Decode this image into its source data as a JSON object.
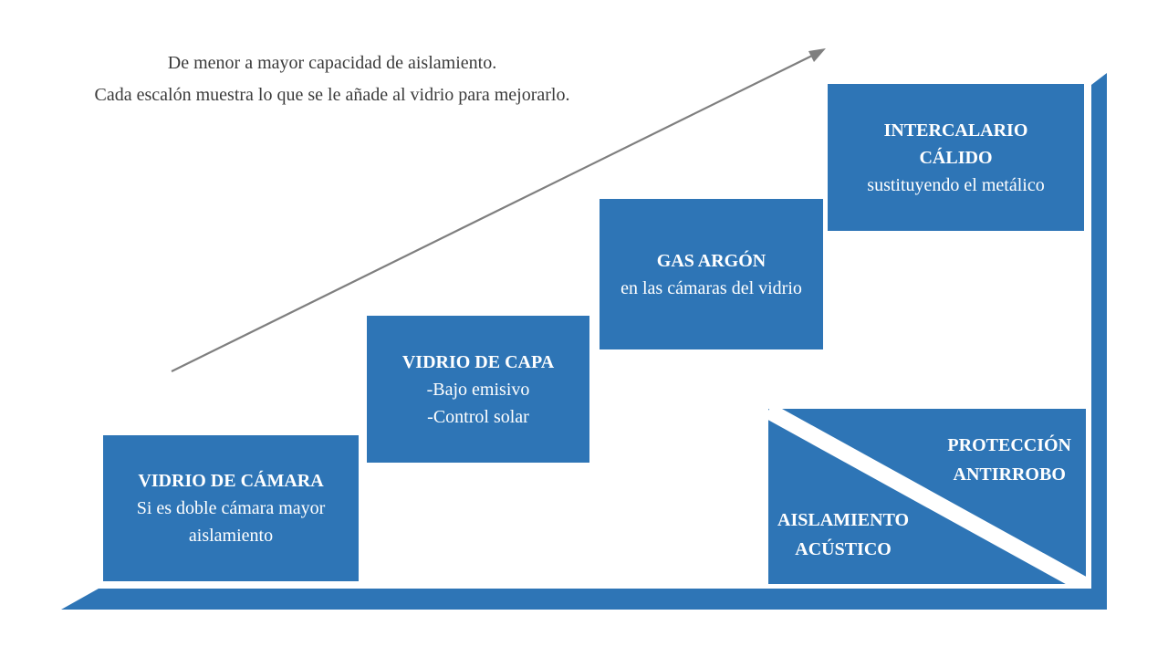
{
  "header": {
    "line1": "De menor a mayor capacidad de aislamiento.",
    "line2": "Cada escalón muestra lo que se le añade al vidrio para mejorarlo."
  },
  "steps": [
    {
      "id": "vidrio-de-camara",
      "title_lines": [
        "VIDRIO DE CÁMARA"
      ],
      "body_lines": [
        "Si es doble cámara mayor",
        "aislamiento"
      ]
    },
    {
      "id": "vidrio-de-capa",
      "title_lines": [
        "VIDRIO DE CAPA"
      ],
      "body_lines": [
        "-Bajo emisivo",
        "-Control solar"
      ]
    },
    {
      "id": "gas-argon",
      "title_lines": [
        "GAS ARGÓN"
      ],
      "body_lines": [
        "en las cámaras del vidrio"
      ]
    },
    {
      "id": "intercalario-calido",
      "title_lines": [
        "INTERCALARIO",
        "CÁLIDO"
      ],
      "body_lines": [
        "sustituyendo el metálico"
      ]
    }
  ],
  "split_box": {
    "top_right_lines": [
      "PROTECCIÓN",
      "ANTIRROBO"
    ],
    "bottom_left_lines": [
      "AISLAMIENTO",
      "ACÚSTICO"
    ]
  },
  "colors": {
    "accent_blue": "#2E75B6",
    "arrow_gray": "#7F7F7F",
    "text_dark": "#3B3B3B",
    "box_text": "#FFFFFF"
  }
}
